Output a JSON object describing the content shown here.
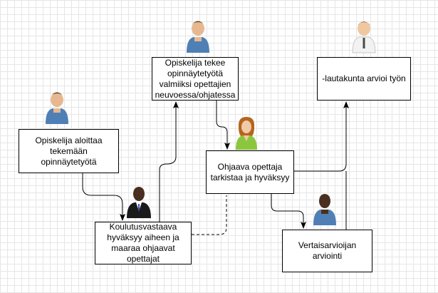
{
  "diagram": {
    "nodes": [
      {
        "id": "n1",
        "text": "Opiskelija aloittaa tekemään opinnäytetyötä",
        "actor": "student"
      },
      {
        "id": "n2",
        "text": "Opiskelija tekee opinnäytetyötä valmiiksi opettajien neuvoessa/ohjatessa",
        "actor": "student"
      },
      {
        "id": "n3",
        "text": "-lautakunta arvioi työn",
        "actor": "evaluator"
      },
      {
        "id": "n4",
        "text": "Ohjaava opettaja tarkistaa ja hyväksyy",
        "actor": "teacher"
      },
      {
        "id": "n5",
        "text": "Koulutusvastaava hyväksyy aiheen ja maaraa ohjaavat opettajat",
        "actor": "coordinator"
      },
      {
        "id": "n6",
        "text": "Vertaisarvioijan arviointi",
        "actor": "peer"
      }
    ],
    "edges": [
      {
        "from": "n1",
        "to": "n5",
        "style": "solid"
      },
      {
        "from": "n5",
        "to": "n2",
        "style": "solid"
      },
      {
        "from": "n2",
        "to": "n4",
        "style": "solid"
      },
      {
        "from": "n5",
        "to": "n4",
        "style": "dashed"
      },
      {
        "from": "n4",
        "to": "n6",
        "style": "solid"
      },
      {
        "from": "n4",
        "to": "n3",
        "style": "solid"
      },
      {
        "from": "n6",
        "to": "n3",
        "style": "solid"
      }
    ],
    "colors": {
      "line": "#000000",
      "grid": "#e6e6e6",
      "student_shirt": "#4f7fb5",
      "teacher_jacket": "#8cc63f",
      "coordinator_suit": "#1a1a1a",
      "evaluator_shirt": "#f2f2f2"
    }
  }
}
